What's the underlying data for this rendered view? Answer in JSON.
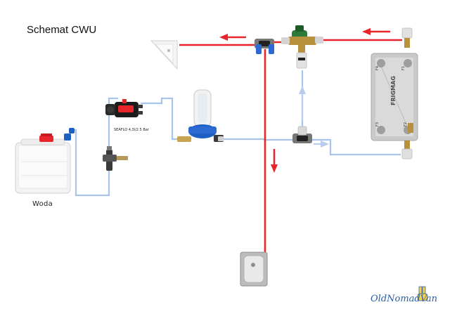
{
  "diagram": {
    "title": "Schemat CWU",
    "tank_label": "Woda",
    "pump_label": "SEAFLO 4,3l/2.5 Bar",
    "exchanger_brand": "FRIGMAG",
    "exchanger_ports": {
      "f1": "F1",
      "f2": "F2",
      "f3": "F3",
      "f4": "F4"
    },
    "watermark": "OldNomadVan",
    "colors": {
      "hot": "#e8252b",
      "cold": "#a9c4ea",
      "arrow_cold": "#b8cdee"
    }
  }
}
